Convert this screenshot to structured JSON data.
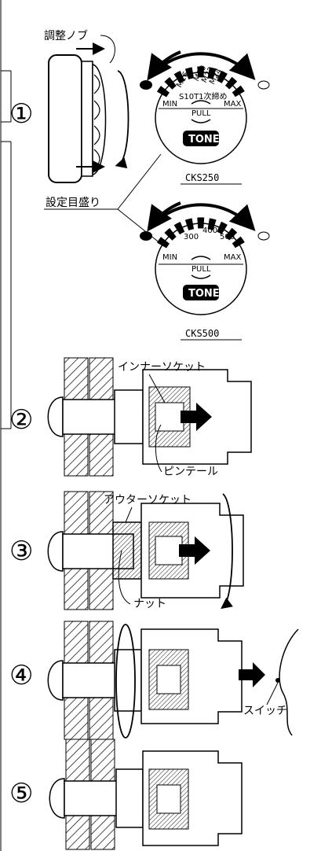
{
  "step_numbers": [
    "①",
    "②",
    "③",
    "④",
    "⑤"
  ],
  "labels": {
    "adjust_knob": "調整ノブ",
    "scale": "設定目盛り",
    "inner_socket": "インナーソケット",
    "pintail": "ピンテール",
    "outer_socket": "アウターソケット",
    "nut": "ナット",
    "switch": "スイッチ"
  },
  "dial_250": {
    "model": "CKS250",
    "min": "MIN",
    "max": "MAX",
    "ticks": [
      "M16",
      "M20",
      "M22",
      "M24"
    ],
    "note": "S10T1次締め",
    "pull": "PULL",
    "brand": "TONE"
  },
  "dial_500": {
    "model": "CKS500",
    "min": "MIN",
    "max": "MAX",
    "ticks": [
      "300",
      "400",
      "500"
    ],
    "pull": "PULL",
    "brand": "TONE"
  }
}
